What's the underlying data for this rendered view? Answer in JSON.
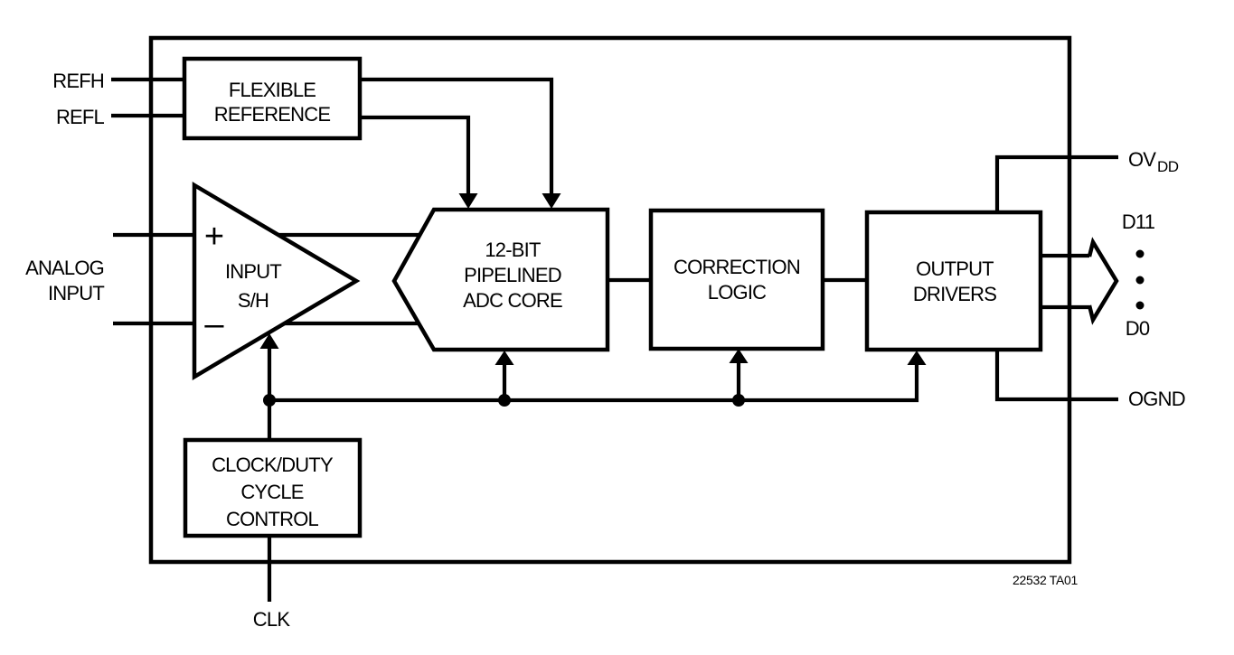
{
  "diagram": {
    "caption": "22532 TA01",
    "colors": {
      "line": "#000000",
      "background": "#ffffff"
    },
    "blocks": {
      "flexible_reference": {
        "lines": [
          "FLEXIBLE",
          "REFERENCE"
        ]
      },
      "input_sh": {
        "lines": [
          "INPUT",
          "S/H"
        ],
        "plus": "+",
        "minus": "–"
      },
      "adc_core": {
        "lines": [
          "12-BIT",
          "PIPELINED",
          "ADC CORE"
        ]
      },
      "correction_logic": {
        "lines": [
          "CORRECTION",
          "LOGIC"
        ]
      },
      "output_drivers": {
        "lines": [
          "OUTPUT",
          "DRIVERS"
        ]
      },
      "clock_control": {
        "lines": [
          "CLOCK/DUTY",
          "CYCLE",
          "CONTROL"
        ]
      }
    },
    "pins": {
      "refh": "REFH",
      "refl": "REFL",
      "analog_input": [
        "ANALOG",
        "INPUT"
      ],
      "clk": "CLK",
      "ovdd_main": "OV",
      "ovdd_sub": "DD",
      "ognd": "OGND",
      "bus_msb": "D11",
      "bus_lsb": "D0"
    },
    "icons": {
      "bus_arrow": "wide-right-arrow",
      "signal_arrows": "filled-triangle-arrowheads",
      "junctions": "solid-dots",
      "bus_ellipsis": "vertical-dots"
    }
  }
}
